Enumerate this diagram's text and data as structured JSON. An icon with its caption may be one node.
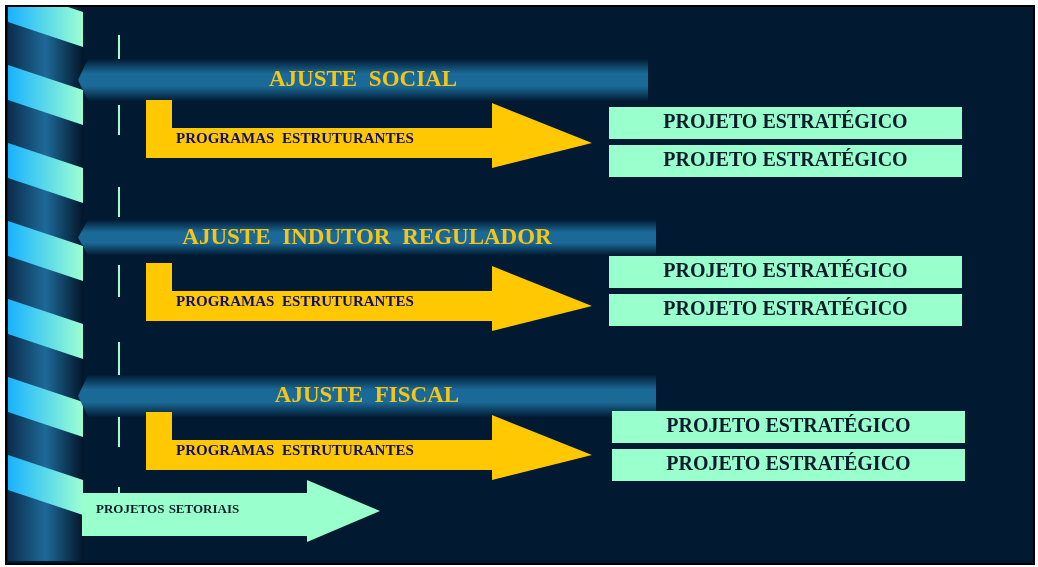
{
  "diagram": {
    "nodes": [
      {
        "text": [
          "AJUSTE SOCIAL"
        ]
      },
      {
        "text": [
          "PROGRAMAS ESTRUTURANTES"
        ]
      },
      {
        "text": [
          "PROJETO ESTRATÉGICO"
        ]
      },
      {
        "text": [
          "PROJETO ESTRATÉGICO"
        ]
      },
      {
        "text": [
          "AJUSTE INDUTOR REGULADOR"
        ]
      },
      {
        "text": [
          "PROGRAMAS ESTRUTURANTES"
        ]
      },
      {
        "text": [
          "PROJETO ESTRATÉGICO"
        ]
      },
      {
        "text": [
          "PROJETO ESTRATÉGICO"
        ]
      },
      {
        "text": [
          "AJUSTE FISCAL"
        ]
      },
      {
        "text": [
          "PROGRAMAS ESTRUTURANTES"
        ]
      },
      {
        "text": [
          "PROJETO ESTRATÉGICO"
        ]
      },
      {
        "text": [
          "PROJETO ESTRATÉGICO"
        ]
      },
      {
        "text": [
          "PROJETOS SETORIAIS"
        ]
      }
    ]
  }
}
